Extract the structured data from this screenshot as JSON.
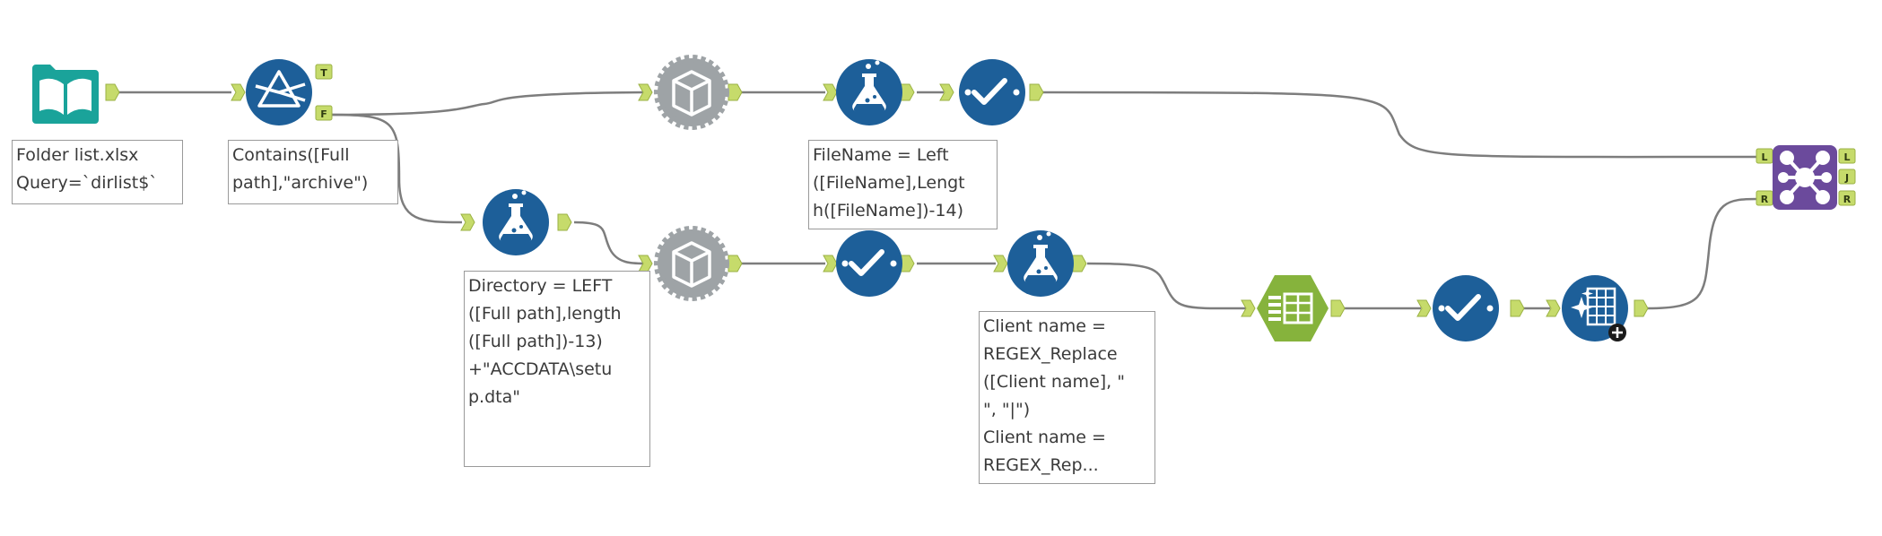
{
  "annotations": {
    "input": "Folder list.xlsx\nQuery=`dirlist$`",
    "filter": "Contains([Full\npath],\"archive\")",
    "formula_filename": "FileName = Left\n([FileName],Lengt\nh([FileName])-14)",
    "formula_directory": "Directory = LEFT\n([Full path],length\n([Full path])-13)\n+\"ACCDATA\\setu\np.dta\"",
    "formula_client": "Client name =\nREGEX_Replace\n([Client name], \"\n\", \"|\")\nClient name =\nREGEX_Rep..."
  },
  "anchors": {
    "filter_true": "T",
    "filter_false": "F",
    "join_left_in": "L",
    "join_right_in": "R",
    "join_left_out": "L",
    "join_join_out": "J",
    "join_right_out": "R"
  },
  "colors": {
    "input_tool": "#1aa39a",
    "blue_tool": "#1d5f99",
    "gray_tool": "#9ea3a6",
    "green_tool": "#86b33c",
    "purple_tool": "#6b4a9c",
    "anchor": "#c6db6b",
    "connector": "#7d7d7d"
  },
  "icons": {
    "input": "book-icon",
    "filter": "filter-prism-icon",
    "macro_1": "macro-box-icon",
    "macro_2": "macro-box-icon",
    "formula": "flask-icon",
    "select": "checkmark-icon",
    "text_to_columns": "table-columns-icon",
    "cleanse": "sparkle-grid-icon",
    "join": "join-network-icon"
  }
}
